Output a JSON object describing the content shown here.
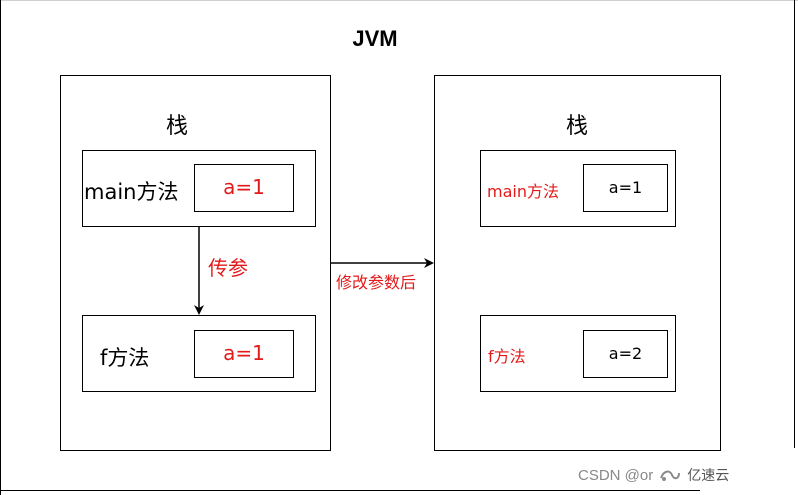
{
  "diagram": {
    "title": "JVM",
    "left_panel": {
      "stack_label": "栈",
      "frames": [
        {
          "method": "main方法",
          "value": "a=1"
        },
        {
          "method": "f方法",
          "value": "a=1"
        }
      ],
      "pass_param_label": "传参"
    },
    "right_panel": {
      "stack_label": "栈",
      "frames": [
        {
          "method": "main方法",
          "value": "a=1"
        },
        {
          "method": "f方法",
          "value": "a=2"
        }
      ]
    },
    "transition_label": "修改参数后"
  },
  "watermark": {
    "text": "CSDN @or",
    "brand": "亿速云",
    "logo_icon": "yisu-logo-icon"
  },
  "colors": {
    "accent_red": "#e31a1a",
    "border": "#000000"
  }
}
